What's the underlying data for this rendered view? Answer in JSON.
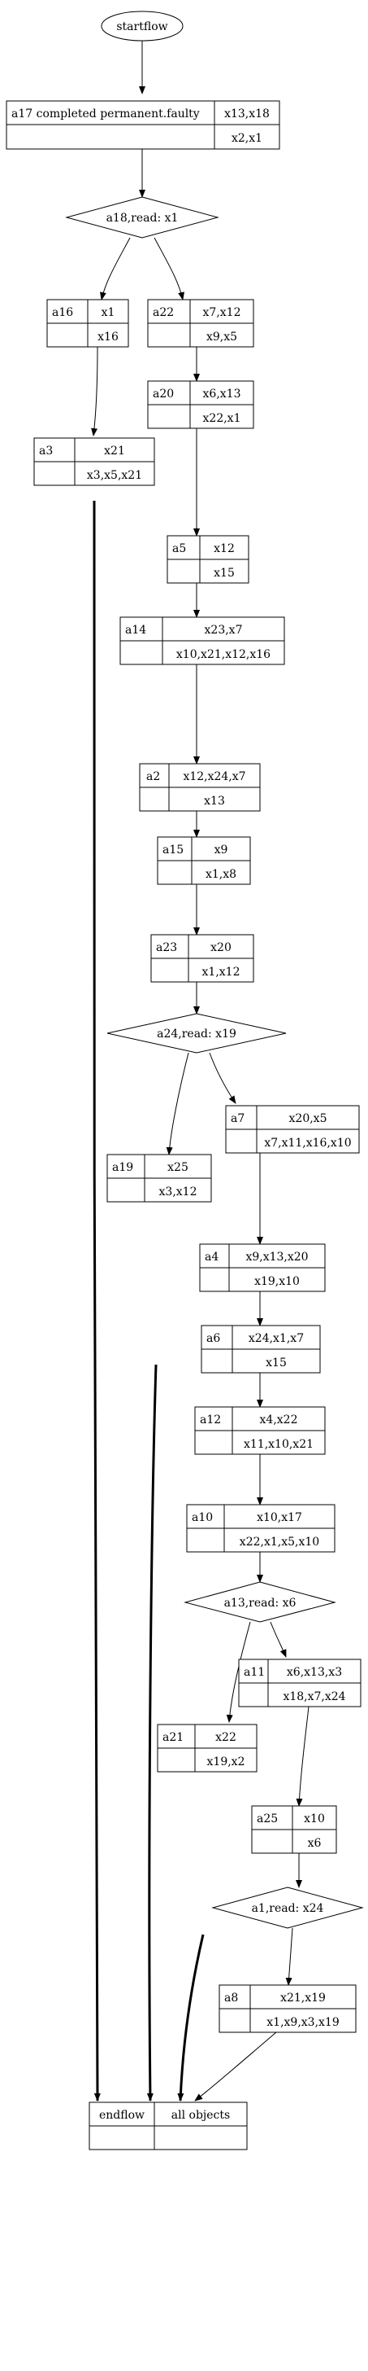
{
  "start": {
    "label": "startflow"
  },
  "end": {
    "left": "endflow",
    "right": "all objects"
  },
  "nodes": [
    {
      "id": "a17",
      "name": "a17 completed permanent.faulty",
      "top": "x13,x18",
      "bottom": "x2,x1"
    },
    {
      "id": "a16",
      "name": "a16",
      "top": "x1",
      "bottom": "x16"
    },
    {
      "id": "a22",
      "name": "a22",
      "top": "x7,x12",
      "bottom": "x9,x5"
    },
    {
      "id": "a3",
      "name": "a3",
      "top": "x21",
      "bottom": "x3,x5,x21"
    },
    {
      "id": "a20",
      "name": "a20",
      "top": "x6,x13",
      "bottom": "x22,x1"
    },
    {
      "id": "a5",
      "name": "a5",
      "top": "x12",
      "bottom": "x15"
    },
    {
      "id": "a14",
      "name": "a14",
      "top": "x23,x7",
      "bottom": "x10,x21,x12,x16"
    },
    {
      "id": "a2",
      "name": "a2",
      "top": "x12,x24,x7",
      "bottom": "x13"
    },
    {
      "id": "a15",
      "name": "a15",
      "top": "x9",
      "bottom": "x1,x8"
    },
    {
      "id": "a23",
      "name": "a23",
      "top": "x20",
      "bottom": "x1,x12"
    },
    {
      "id": "a7",
      "name": "a7",
      "top": "x20,x5",
      "bottom": "x7,x11,x16,x10"
    },
    {
      "id": "a19",
      "name": "a19",
      "top": "x25",
      "bottom": "x3,x12"
    },
    {
      "id": "a4",
      "name": "a4",
      "top": "x9,x13,x20",
      "bottom": "x19,x10"
    },
    {
      "id": "a6",
      "name": "a6",
      "top": "x24,x1,x7",
      "bottom": "x15"
    },
    {
      "id": "a12",
      "name": "a12",
      "top": "x4,x22",
      "bottom": "x11,x10,x21"
    },
    {
      "id": "a10",
      "name": "a10",
      "top": "x10,x17",
      "bottom": "x22,x1,x5,x10"
    },
    {
      "id": "a11",
      "name": "a11",
      "top": "x6,x13,x3",
      "bottom": "x18,x7,x24"
    },
    {
      "id": "a21",
      "name": "a21",
      "top": "x22",
      "bottom": "x19,x2"
    },
    {
      "id": "a25",
      "name": "a25",
      "top": "x10",
      "bottom": "x6"
    },
    {
      "id": "a8",
      "name": "a8",
      "top": "x21,x19",
      "bottom": "x1,x9,x3,x19"
    }
  ],
  "decisions": [
    {
      "id": "a18",
      "label": "a18,read: x1"
    },
    {
      "id": "a24",
      "label": "a24,read: x19"
    },
    {
      "id": "a13",
      "label": "a13,read: x6"
    },
    {
      "id": "a1",
      "label": "a1,read: x24"
    }
  ]
}
